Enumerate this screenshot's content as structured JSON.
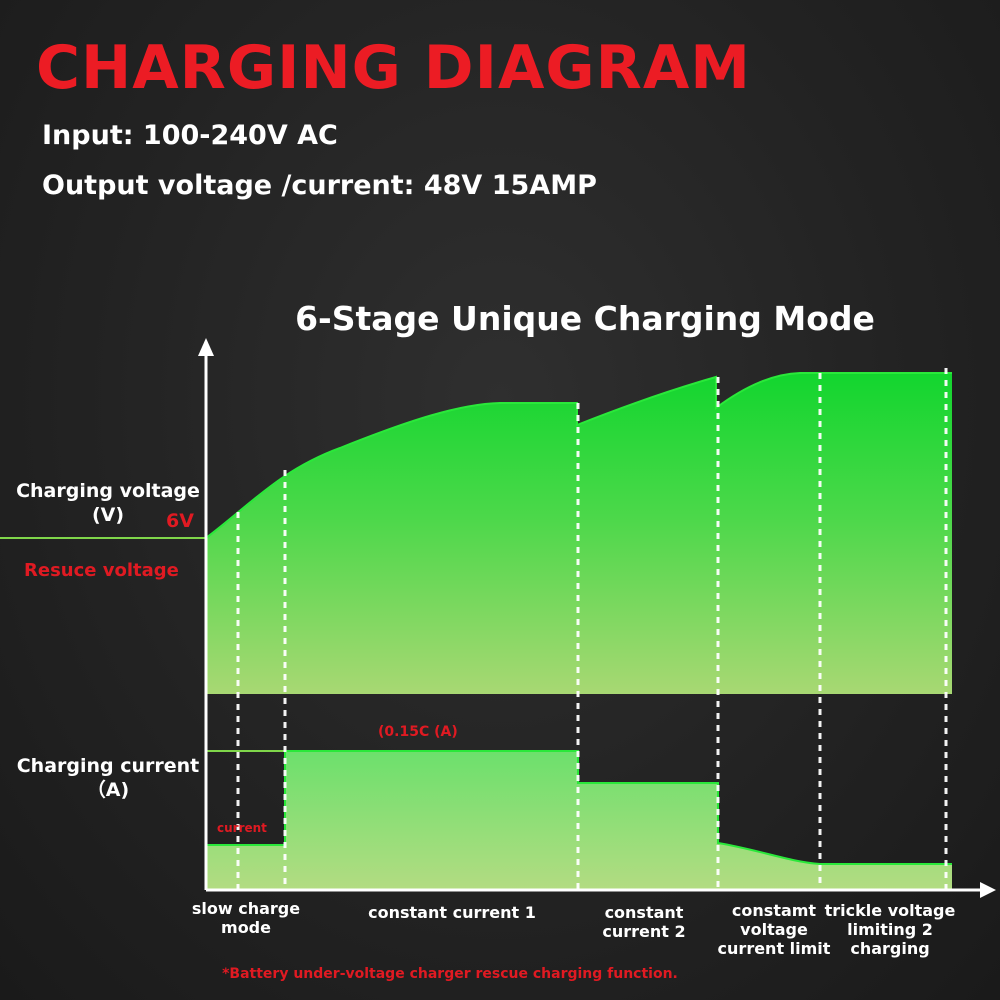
{
  "header": {
    "title": "CHARGING DIAGRAM",
    "input_spec": "Input: 100-240V AC",
    "output_spec": "Output voltage /current: 48V 15AMP"
  },
  "diagram": {
    "subtitle": "6-Stage Unique Charging Mode",
    "voltage_axis_label": "Charging voltage\n(V)",
    "current_axis_label": "Charging current\n（A)",
    "voltage_marker": "6V",
    "rescue_label": "Resuce voltage",
    "current_marker": "current",
    "cc_marker": "(0.15C (A)",
    "stages": [
      {
        "label": "slow charge\nmode"
      },
      {
        "label": "constant current 1"
      },
      {
        "label": "constant\ncurrent 2"
      },
      {
        "label": "constamt\nvoltage\ncurrent limit"
      },
      {
        "label": "trickle voltage\nlimiting 2\ncharging"
      }
    ],
    "footnote": "*Battery under-voltage charger rescue charging function."
  },
  "colors": {
    "title_red": "#ec1c24",
    "annotation_red": "#e01a22",
    "curve_green": "#22dd33",
    "fill_green_top": "#12d62e",
    "fill_green_bottom": "#a8d873",
    "background": "#262626"
  }
}
